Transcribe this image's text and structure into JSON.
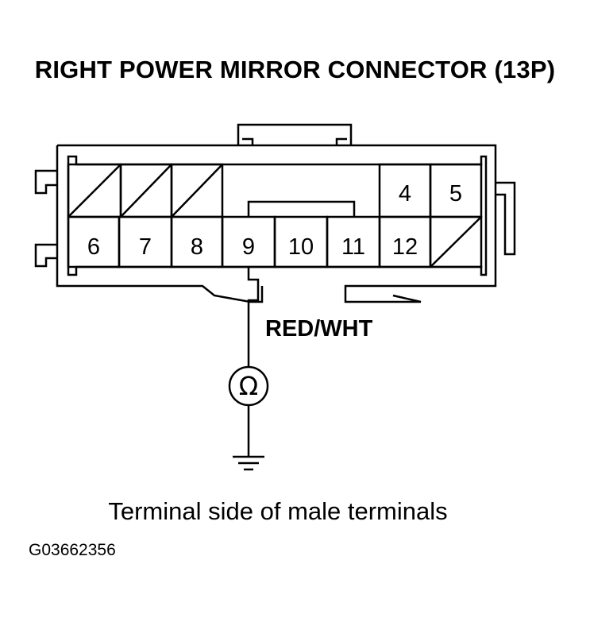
{
  "title": "RIGHT POWER MIRROR CONNECTOR (13P)",
  "connector": {
    "top_row": [
      "",
      "",
      "",
      "4",
      "5"
    ],
    "bottom_row": [
      "6",
      "7",
      "8",
      "9",
      "10",
      "11",
      "12",
      ""
    ]
  },
  "wire_label": "RED/WHT",
  "meter_symbol": "Ω",
  "caption": "Terminal side of male terminals",
  "figure_code": "G03662356"
}
